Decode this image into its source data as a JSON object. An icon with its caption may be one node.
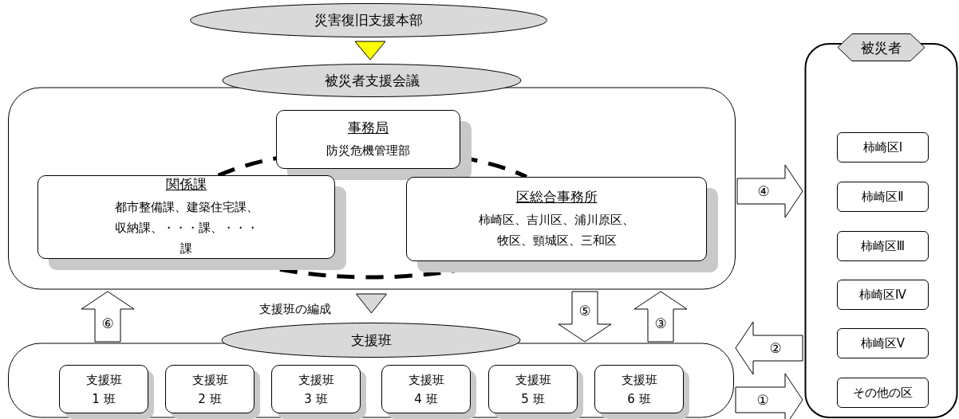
{
  "diagram": {
    "nodes": [
      {
        "text": [
          "災害復旧支援本部"
        ]
      },
      {
        "text": [
          "被災者支援会議"
        ]
      },
      {
        "text": [
          "事務局",
          "防災危機管理部"
        ],
        "in": 1
      },
      {
        "text": [
          "関係課",
          "都市整備課、建築住宅課、収納課、・・・課、・・・課"
        ],
        "in": 1
      },
      {
        "text": [
          "区総合事務所",
          "柿崎区、吉川区、浦川原区、牧区、頸城区、三和区"
        ],
        "in": 1
      },
      {
        "text": [
          "支援班"
        ]
      },
      {
        "text": [
          "支援班 1 班"
        ],
        "in": 5
      },
      {
        "text": [
          "支援班 2 班"
        ],
        "in": 5
      },
      {
        "text": [
          "支援班 3 班"
        ],
        "in": 5
      },
      {
        "text": [
          "支援班 4 班"
        ],
        "in": 5
      },
      {
        "text": [
          "支援班 5 班"
        ],
        "in": 5
      },
      {
        "text": [
          "支援班 6 班"
        ],
        "in": 5
      },
      {
        "text": [
          "被災者"
        ]
      },
      {
        "text": [
          "柿崎区Ⅰ"
        ],
        "in": 12
      },
      {
        "text": [
          "柿崎区Ⅱ"
        ],
        "in": 12
      },
      {
        "text": [
          "柿崎区Ⅲ"
        ],
        "in": 12
      },
      {
        "text": [
          "柿崎区Ⅳ"
        ],
        "in": 12
      },
      {
        "text": [
          "柿崎区Ⅴ"
        ],
        "in": 12
      },
      {
        "text": [
          "その他の区"
        ],
        "in": 12
      }
    ],
    "edges": [
      {
        "from": 0,
        "to": 1,
        "arrow": "to",
        "color": "#ffff00"
      },
      {
        "from": 1,
        "to": 5,
        "arrow": "to",
        "label": "支援班の編成",
        "color": "#d9d9d9"
      },
      {
        "from": 5,
        "to": 12,
        "arrow": "to",
        "label": "①"
      },
      {
        "from": 12,
        "to": 5,
        "arrow": "to",
        "label": "②"
      },
      {
        "from": 5,
        "to": 1,
        "arrow": "to",
        "label": "③"
      },
      {
        "from": 1,
        "to": 12,
        "arrow": "to",
        "label": "④"
      },
      {
        "from": 1,
        "to": 5,
        "arrow": "to",
        "label": "⑤"
      },
      {
        "from": 5,
        "to": 1,
        "arrow": "to",
        "label": "⑥"
      },
      {
        "from": 3,
        "to": 2,
        "arrow": "none",
        "style": "dashed"
      },
      {
        "from": 2,
        "to": 4,
        "arrow": "none",
        "style": "dashed"
      },
      {
        "from": 4,
        "to": 3,
        "arrow": "none",
        "style": "dashed"
      }
    ]
  }
}
